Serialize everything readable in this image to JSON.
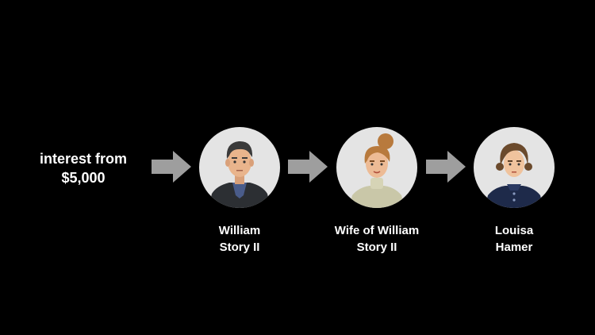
{
  "intro": {
    "line1": "interest from",
    "line2": "$5,000"
  },
  "people": [
    {
      "name_line1": "William",
      "name_line2": "Story II"
    },
    {
      "name_line1": "Wife of William",
      "name_line2": "Story II"
    },
    {
      "name_line1": "Louisa",
      "name_line2": "Hamer"
    }
  ],
  "colors": {
    "background": "#000000",
    "text": "#ffffff",
    "arrow": "#9e9e9e",
    "avatar_bg": "#e4e4e4"
  },
  "icons": {
    "arrow": "right-arrow-icon",
    "person1": "man-avatar-icon",
    "person2": "woman-avatar-icon",
    "person3": "young-woman-avatar-icon"
  }
}
